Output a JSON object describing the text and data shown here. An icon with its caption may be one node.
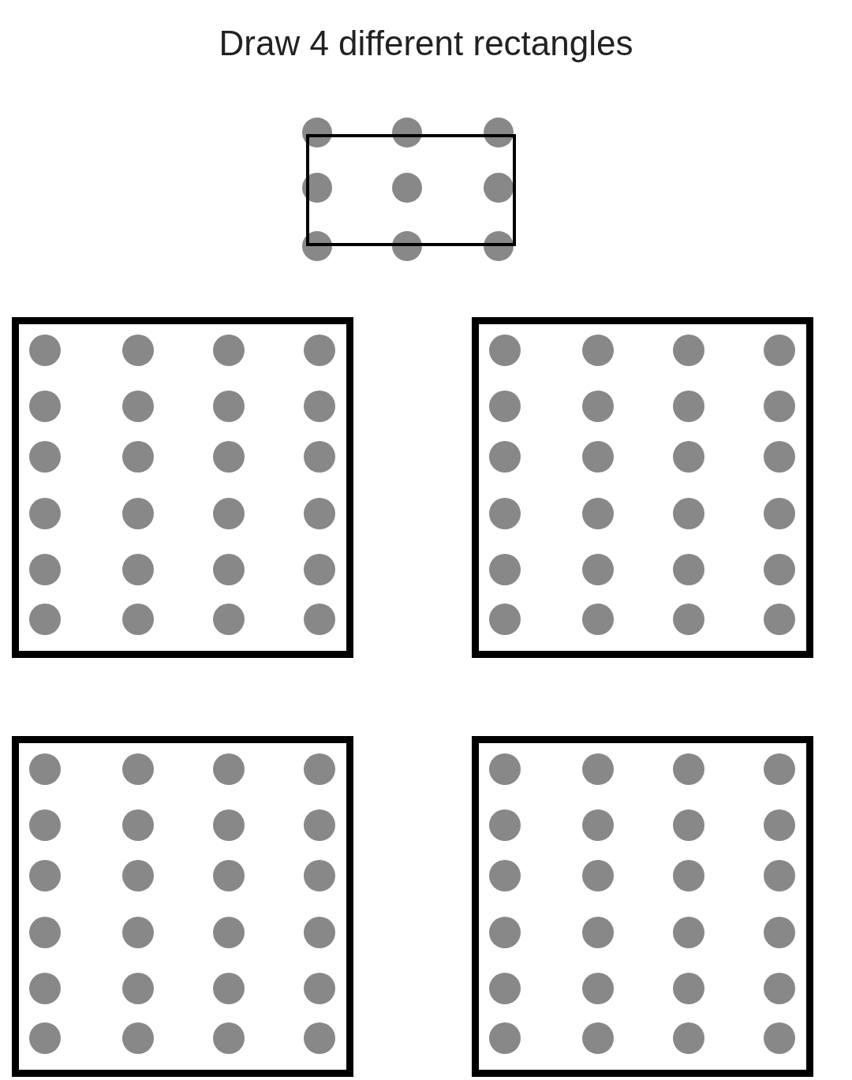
{
  "diagram": {
    "title": "Draw 4 different rectangles",
    "nodes": [
      {
        "text": [],
        "shape": "box"
      },
      {
        "text": [],
        "shape": "box"
      },
      {
        "text": [],
        "shape": "box"
      },
      {
        "text": [],
        "shape": "box"
      }
    ]
  }
}
